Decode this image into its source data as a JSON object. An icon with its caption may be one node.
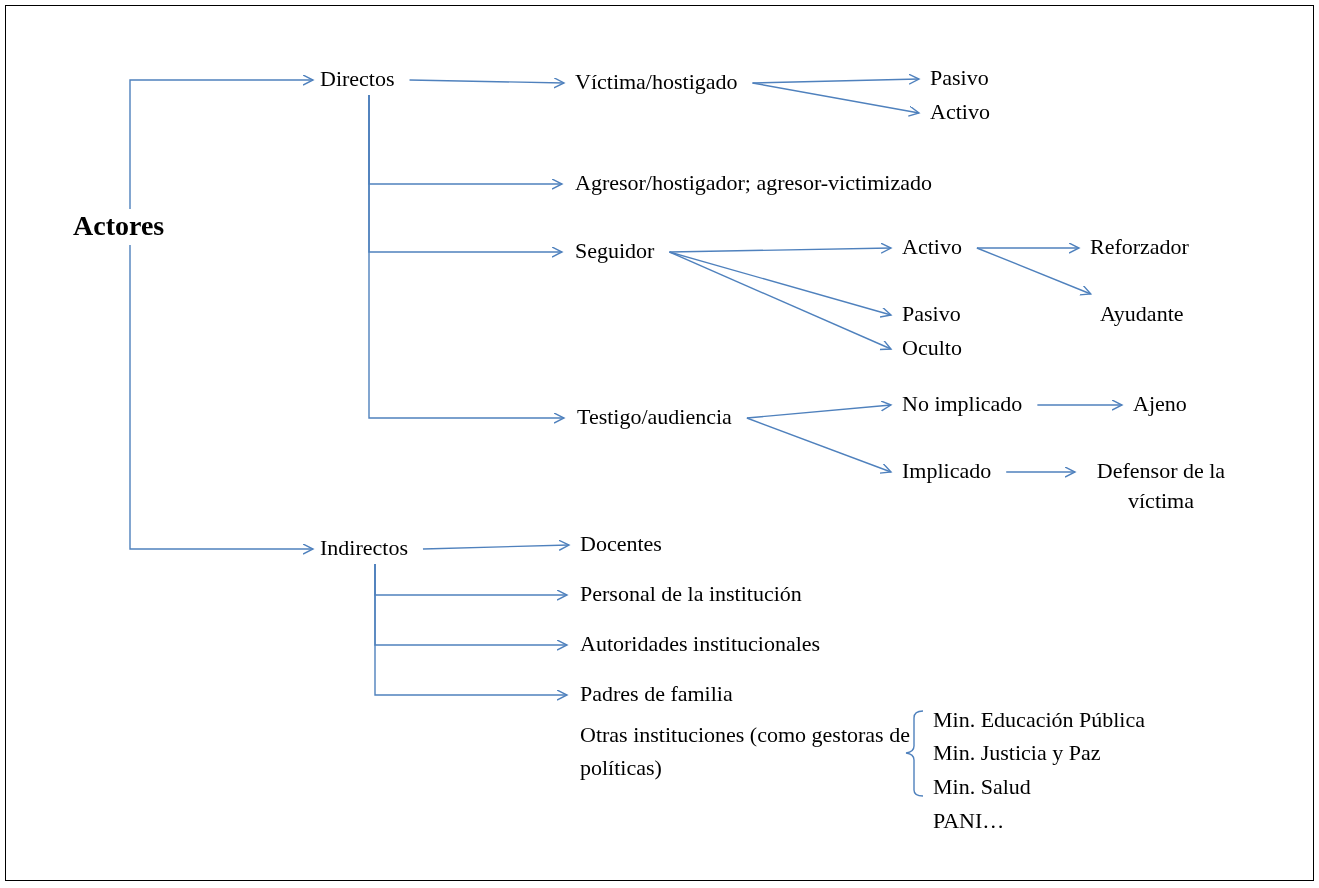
{
  "diagram": {
    "nodes": [
      {
        "text": [
          "Actores"
        ]
      },
      {
        "text": [
          "Directos"
        ]
      },
      {
        "text": [
          "Víctima/hostigado"
        ]
      },
      {
        "text": [
          "Pasivo"
        ]
      },
      {
        "text": [
          "Activo"
        ]
      },
      {
        "text": [
          "Agresor/hostigador; agresor-victimizado"
        ]
      },
      {
        "text": [
          "Seguidor"
        ]
      },
      {
        "text": [
          "Activo"
        ]
      },
      {
        "text": [
          "Reforzador"
        ]
      },
      {
        "text": [
          "Ayudante"
        ]
      },
      {
        "text": [
          "Pasivo"
        ]
      },
      {
        "text": [
          "Oculto"
        ]
      },
      {
        "text": [
          "Testigo/audiencia"
        ]
      },
      {
        "text": [
          "No implicado"
        ]
      },
      {
        "text": [
          "Ajeno"
        ]
      },
      {
        "text": [
          "Implicado"
        ]
      },
      {
        "text": [
          "Defensor de la víctima"
        ]
      },
      {
        "text": [
          "Indirectos"
        ]
      },
      {
        "text": [
          "Docentes"
        ]
      },
      {
        "text": [
          "Personal de la institución"
        ]
      },
      {
        "text": [
          "Autoridades institucionales"
        ]
      },
      {
        "text": [
          "Padres de familia"
        ]
      }
    ],
    "edges": [
      {
        "from": 0,
        "to": 1,
        "arrow": "to"
      },
      {
        "from": 0,
        "to": 17,
        "arrow": "to"
      },
      {
        "from": 1,
        "to": 2,
        "arrow": "to"
      },
      {
        "from": 2,
        "to": 3,
        "arrow": "to"
      },
      {
        "from": 2,
        "to": 4,
        "arrow": "to"
      },
      {
        "from": 1,
        "to": 5,
        "arrow": "to"
      },
      {
        "from": 1,
        "to": 6,
        "arrow": "to"
      },
      {
        "from": 1,
        "to": 12,
        "arrow": "to"
      },
      {
        "from": 6,
        "to": 7,
        "arrow": "to"
      },
      {
        "from": 6,
        "to": 10,
        "arrow": "to"
      },
      {
        "from": 6,
        "to": 11,
        "arrow": "to"
      },
      {
        "from": 7,
        "to": 8,
        "arrow": "to"
      },
      {
        "from": 7,
        "to": 9,
        "arrow": "to"
      },
      {
        "from": 12,
        "to": 13,
        "arrow": "to"
      },
      {
        "from": 12,
        "to": 15,
        "arrow": "to"
      },
      {
        "from": 13,
        "to": 14,
        "arrow": "to"
      },
      {
        "from": 15,
        "to": 16,
        "arrow": "to"
      },
      {
        "from": 17,
        "to": 18,
        "arrow": "to"
      },
      {
        "from": 17,
        "to": 19,
        "arrow": "to"
      },
      {
        "from": 17,
        "to": 20,
        "arrow": "to"
      },
      {
        "from": 17,
        "to": 21,
        "arrow": "to"
      }
    ],
    "labels": [
      "Otras instituciones (como gestoras de políticas)",
      "Min. Educación Pública",
      "Min. Justicia y Paz",
      "Min. Salud",
      "PANI…"
    ]
  }
}
